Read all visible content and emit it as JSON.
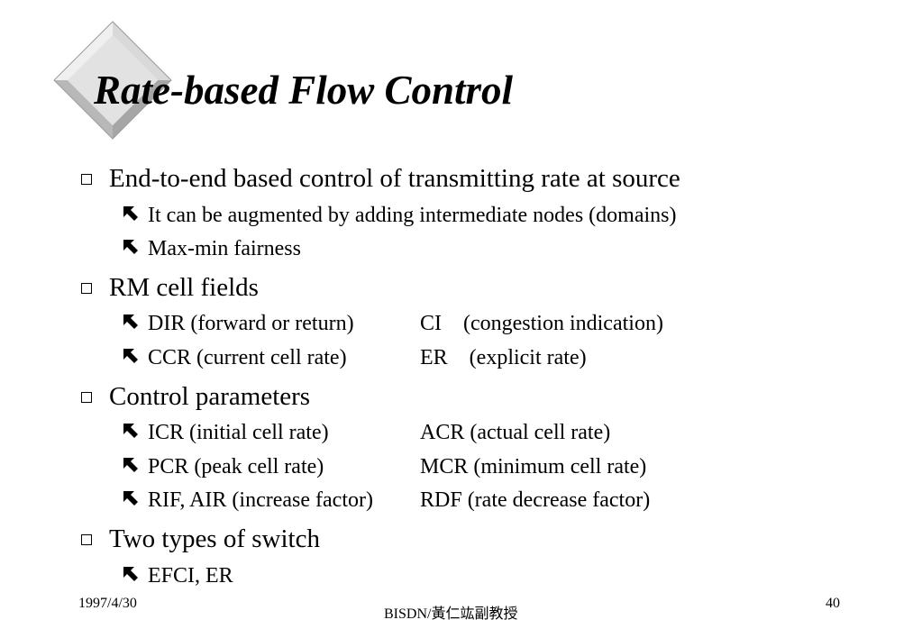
{
  "slide": {
    "title": "Rate-based Flow Control",
    "sections": [
      {
        "heading": "End-to-end based control of transmitting rate at source",
        "items": [
          {
            "text": "It can be augmented by adding intermediate nodes (domains)"
          },
          {
            "text": "Max-min fairness"
          }
        ]
      },
      {
        "heading": "RM cell fields",
        "items": [
          {
            "text": "DIR (forward or return)",
            "col2": "CI    (congestion indication)"
          },
          {
            "text": "CCR (current cell rate)",
            "col2": "ER    (explicit rate)"
          }
        ]
      },
      {
        "heading": "Control parameters",
        "items": [
          {
            "text": "ICR (initial cell rate)",
            "col2": "ACR (actual cell rate)"
          },
          {
            "text": "PCR (peak cell rate)",
            "col2": "MCR (minimum cell rate)"
          },
          {
            "text": "RIF, AIR (increase factor)",
            "col2": "RDF (rate decrease factor)"
          }
        ]
      },
      {
        "heading": "Two types of switch",
        "items": [
          {
            "text": "EFCI, ER"
          }
        ]
      }
    ]
  },
  "footer": {
    "date": "1997/4/30",
    "author": "BISDN/黃仁竑副教授",
    "page_number": "40"
  },
  "icons": {
    "title_decoration": "diamond-bevel-icon",
    "level1_bullet": "square-bullet-icon",
    "level2_bullet": "arrow-up-left-bullet-icon"
  },
  "colors": {
    "diamond_light": "#e6e6e6",
    "diamond_mid": "#c8c8c8",
    "diamond_dark": "#a0a0a0",
    "text": "#000000",
    "background": "#ffffff"
  }
}
